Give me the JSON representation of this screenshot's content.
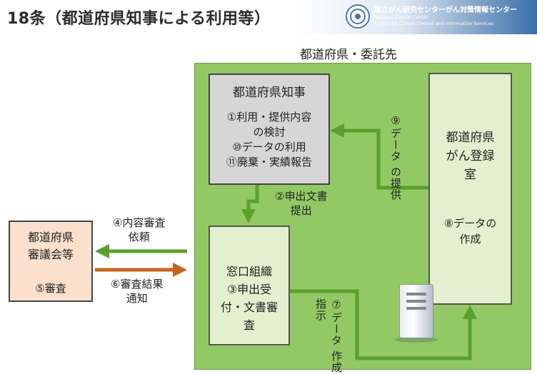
{
  "header": {
    "title": "18条（都道府県知事による利用等）",
    "logo_jp": "国立がん研究センターがん対策情報センター",
    "logo_en_1": "National Cancer Center",
    "logo_en_2": "Center for Cancer Control and Information Services"
  },
  "region": {
    "label": "都道府県・委託先"
  },
  "governor": {
    "title": "都道府県知事",
    "items": [
      "①利用・提供内容",
      "の検討",
      "⑩データの利用",
      "⑪廃棄・実績報告"
    ]
  },
  "registry": {
    "title_1": "都道府県",
    "title_2": "がん登録",
    "title_3": "室",
    "sub_1": "⑧データの",
    "sub_2": "作成"
  },
  "window": {
    "lines": [
      "窓口組織",
      "③申出受",
      "付・文書審",
      "査"
    ]
  },
  "council": {
    "title_1": "都道府県",
    "title_2": "審議会等",
    "sub": "⑤審査"
  },
  "flows": {
    "data_provision_1": "⑨データ",
    "data_provision_2": "の提供",
    "application_1": "②申出文書",
    "application_2": "提出",
    "review_request_1": "④内容審査",
    "review_request_2": "依頼",
    "review_result_1": "⑥審査結果",
    "review_result_2": "通知",
    "creation_instruction_1": "⑦データ",
    "creation_instruction_2": "作成指示"
  },
  "colors": {
    "green_region": "#93c964",
    "green_arrow": "#5aa02c",
    "orange_arrow": "#c8641e",
    "governor_box": "#d6d6d6",
    "council_box": "#fbe0cd"
  },
  "icons": {
    "server": "server-icon",
    "logo": "ncc-logo-icon"
  }
}
